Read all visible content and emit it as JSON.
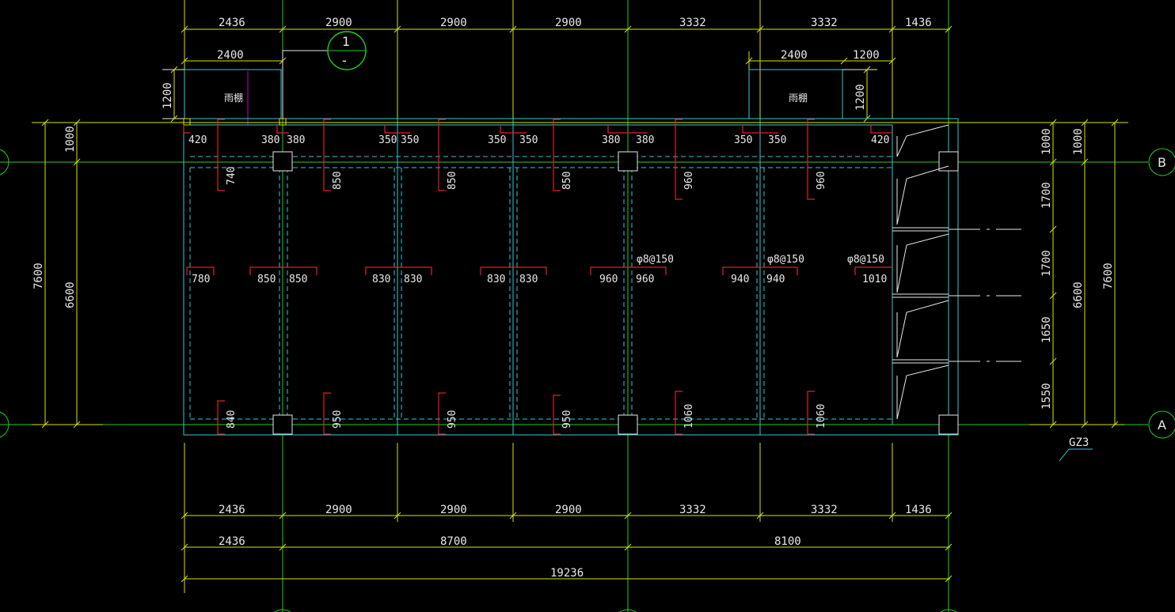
{
  "drawing": {
    "top_dims": [
      "2436",
      "2900",
      "2900",
      "2900",
      "3332",
      "3332",
      "1436"
    ],
    "bottom_dims_row1": [
      "2436",
      "2900",
      "2900",
      "2900",
      "3332",
      "3332",
      "1436"
    ],
    "bottom_dims_row2": [
      "2436",
      "8700",
      "8100"
    ],
    "total_dim": "19236",
    "canopy_left": {
      "width": "2400",
      "depth": "1200",
      "label": "雨棚"
    },
    "canopy_right": {
      "width": "2400",
      "offset": "1200",
      "depth": "1200",
      "label": "雨棚"
    },
    "section_mark": {
      "number": "1",
      "sub": "-"
    },
    "left_dims": {
      "inner_top": "1000",
      "inner_main": "6600",
      "outer": "7600"
    },
    "right_dims": {
      "segments": [
        "1000",
        "1700",
        "1700",
        "1650",
        "1550"
      ],
      "inner": "6600",
      "outer": "7600"
    },
    "axis_labels": {
      "B": "B",
      "A": "A"
    },
    "column_tag": "GZ3",
    "top_rebar_lengths": [
      "420",
      "380",
      "380",
      "350",
      "350",
      "350",
      "350",
      "380",
      "380",
      "350",
      "350",
      "420"
    ],
    "mid_top_rebar": [
      "740",
      "850",
      "850",
      "850",
      "960",
      "960"
    ],
    "middle_rebar_lengths": [
      "780",
      "850",
      "850",
      "830",
      "830",
      "830",
      "830",
      "960",
      "960",
      "940",
      "940",
      "1010"
    ],
    "rebar_spec_labels": [
      "φ8@150",
      "φ8@150",
      "φ8@150"
    ],
    "bottom_rebar_lengths": [
      "840",
      "950",
      "950",
      "950",
      "1060",
      "1060"
    ]
  }
}
